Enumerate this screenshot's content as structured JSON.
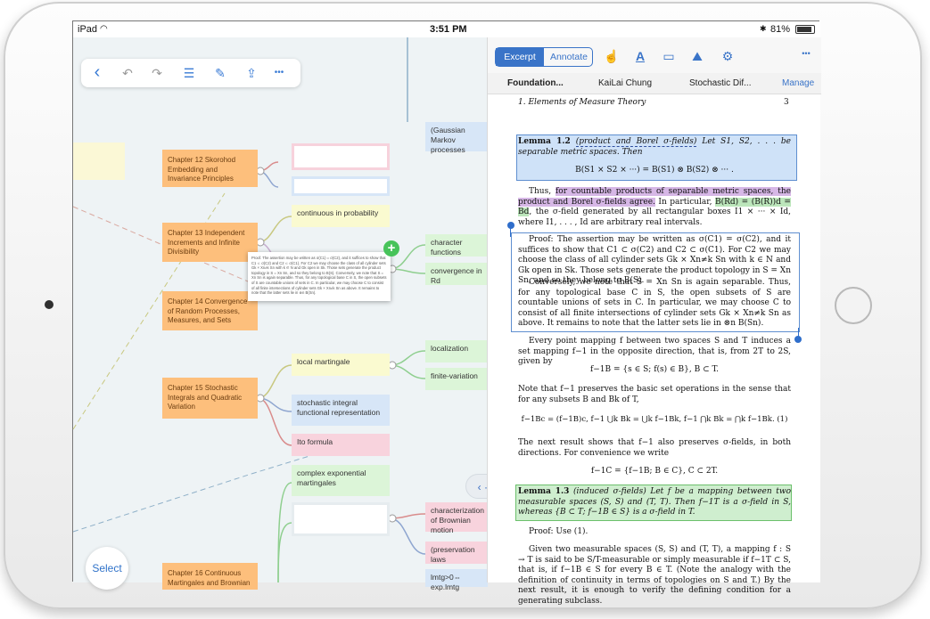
{
  "status": {
    "carrier": "iPad",
    "time": "3:51 PM",
    "battery": "81%"
  },
  "toolbar": {
    "back": "‹",
    "undo": "↶",
    "redo": "↷",
    "list": "☰",
    "edit": "✎",
    "share": "⇪",
    "more": "•••"
  },
  "mindmap": {
    "chapters": [
      "Chapter 12 Skorohod Embedding and Invariance Principles",
      "Chapter 13 Independent Increments and Infinite Divisibility",
      "Chapter 14 Convergence of Random Processes, Measures, and Sets",
      "Chapter 15 Stochastic Integrals and Quadratic Variation",
      "Chapter 16 Continuous Martingales and Brownian"
    ],
    "topics": {
      "gaussian": "(Gaussian Markov processes",
      "continuous_prob": "continuous in probability",
      "char_func": "character functions",
      "conv_rd": "convergence in Rd",
      "local_mart": "local martingale",
      "localization": "localization",
      "finite_var": "finite-variation",
      "stoch_int": "stochastic integral functional representation",
      "ito": "Ito formula",
      "complex_exp": "complex exponential martingales",
      "char_brownian": "characterization of Brownian motion",
      "preservation": "(preservation laws",
      "lmtg": "lmtg>0⇔ exp.lmtg"
    },
    "popup_text": "Proof. The assertion may be written as σ(C1) = σ(C2), and it suffices to show that C1 ⊂ σ(C2) and C2 ⊂ σ(C1). For C2 we may choose the class of all cylinder sets Gk × Xn≠k Sn with k ∈ N and Gk open in Sk. Those sets generate the product topology in S = Xn Sn, and so they belong to B(S). Conversely, we note that S = Xn Sn is again separable. Thus, for any topological base C in S, the open subsets of S are countable unions of sets in C. In particular, we may choose C to consist of all finite intersections of cylinder sets Gk × Xn≠k Sn as above. It remains to note that the latter sets lie in ⊗n B(Sn).",
    "select_label": "Select",
    "nav": "‹ · ›",
    "add": "+"
  },
  "reader": {
    "mode_excerpt": "Excerpt",
    "mode_annotate": "Annotate",
    "tools": {
      "pointer": "☝",
      "text": "A",
      "rect": "▭",
      "map": "⛰",
      "settings": "⚙",
      "more": "•••"
    },
    "tabs": [
      "Foundation...",
      "KaiLai Chung",
      "Stochastic Dif...",
      "Manage"
    ],
    "header": "1. Elements of Measure Theory",
    "page_number": "3",
    "lemma1_title": "Lemma 1.2",
    "lemma1_name": "(product and Borel σ-fields)",
    "lemma1_text": "Let S1, S2, . . . be separable metric spaces. Then",
    "lemma1_formula": "B(S1 × S2 × ···) = B(S1) ⊗ B(S2) ⊗ ··· .",
    "para1_a": "Thus,",
    "para1_hl": "for countable products of separable metric spaces, the product and Borel σ-fields agree.",
    "para1_b": "In particular,",
    "para1_hl2": "B(Rd) = (B(R))d = Bd",
    "para1_c": ", the σ-field generated by all rectangular boxes I1 × ··· × Id, where I1, . . . , Id are arbitrary real intervals.",
    "proof1": "Proof: The assertion may be written as σ(C1) = σ(C2), and it suffices to show that C1 ⊂ σ(C2) and C2 ⊂ σ(C1). For C2 we may choose the class of all cylinder sets Gk × Xn≠k Sn with k ∈ N and Gk open in Sk. Those sets generate the product topology in S = Xn Sn, and so they belong to B(S).",
    "proof2": "Conversely, we note that S = Xn Sn is again separable. Thus, for any topological base C in S, the open subsets of S are countable unions of sets in C. In particular, we may choose C to consist of all finite intersections of cylinder sets Gk × Xn≠k Sn as above. It remains to note that the latter sets lie in ⊗n B(Sn).",
    "para2": "Every point mapping f between two spaces S and T induces a set mapping f−1 in the opposite direction, that is, from 2T to 2S, given by",
    "formula2": "f−1B = {s ∈ S; f(s) ∈ B},    B ⊂ T.",
    "para3": "Note that f−1 preserves the basic set operations in the sense that for any subsets B and Bk of T,",
    "formula3": "f−1Bc = (f−1B)c,   f−1 ⋃k Bk = ⋃k f−1Bk,   f−1 ⋂k Bk = ⋂k f−1Bk.   (1)",
    "para4": "The next result shows that f−1 also preserves σ-fields, in both directions. For convenience we write",
    "formula4": "f−1C = {f−1B; B ∈ C},    C ⊂ 2T.",
    "lemma2_title": "Lemma 1.3",
    "lemma2_text": "(induced σ-fields) Let f be a mapping between two measurable spaces (S, S) and (T, T). Then f−1T is a σ-field in S, whereas {B ⊂ T; f−1B ∈ S} is a σ-field in T.",
    "proof3": "Proof: Use (1).",
    "para5": "Given two measurable spaces (S, S) and (T, T), a mapping f : S → T is said to be S/T-measurable or simply measurable if f−1T ⊂ S, that is, if f−1B ∈ S for every B ∈ T. (Note the analogy with the definition of continuity in terms of topologies on S and T.) By the next result, it is enough to verify the defining condition for a generating subclass."
  },
  "colors": {
    "accent": "#3a74c8",
    "chapter": "#fdbf7c",
    "highlight_purple": "#d6b7e6",
    "lemma_blue": "#cfe2f8",
    "lemma_green": "#cfeecf"
  }
}
